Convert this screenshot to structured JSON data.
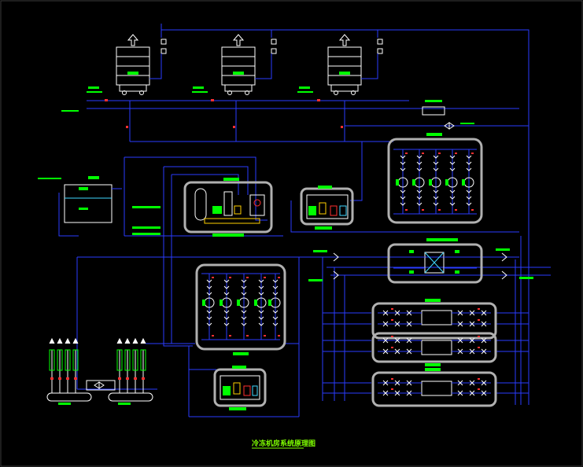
{
  "drawing": {
    "title": "冷冻机房系统原理图"
  },
  "colors": {
    "background": "#000000",
    "pipe_blue": "#2a3cff",
    "pipe_cyan": "#40d8ff",
    "equipment_white": "#ffffff",
    "frame_gray": "#b0b0b0",
    "label_green": "#00ff00",
    "valve_red": "#ff3030",
    "accent_yellow": "#ffd000",
    "accent_magenta": "#ff40ff"
  },
  "equipment": {
    "cooling_towers": [
      "cooling-tower-1",
      "cooling-tower-2",
      "cooling-tower-3"
    ],
    "chiller_units": [
      "chiller-1",
      "chiller-2",
      "chiller-3"
    ],
    "pump_groups": [
      "pump-group-upper",
      "pump-group-lower"
    ],
    "water_treatment": [
      "treatment-unit-1",
      "treatment-unit-2",
      "treatment-unit-3"
    ],
    "heat_exchanger": "plate-heat-exchanger",
    "expansion_tank": "expansion-tank",
    "distributors": [
      "distributor-left",
      "distributor-right"
    ]
  }
}
